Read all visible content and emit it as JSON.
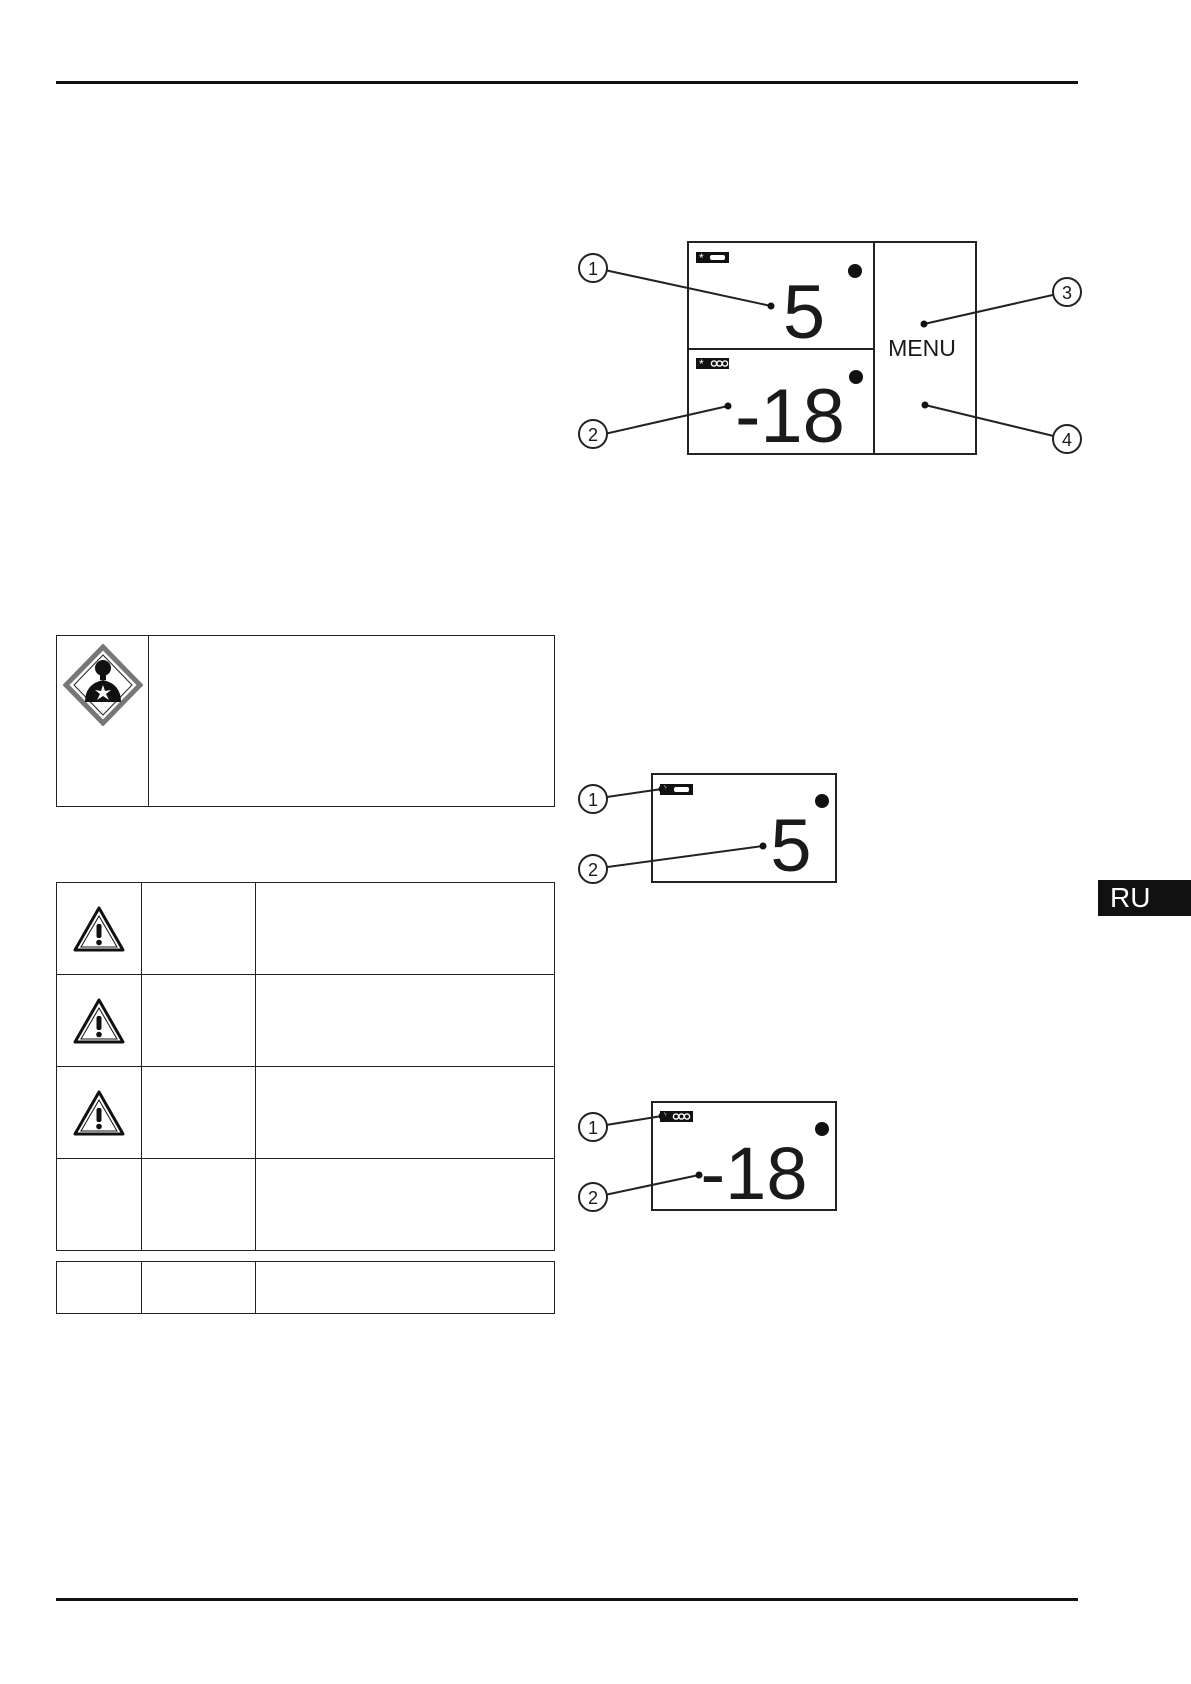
{
  "control_panel": {
    "fridge_temp": "5",
    "freezer_temp": "-18",
    "menu_label": "MENU",
    "callouts": [
      "1",
      "2",
      "3",
      "4"
    ]
  },
  "fridge_display": {
    "temp": "5",
    "callouts": [
      "1",
      "2"
    ]
  },
  "freezer_display": {
    "temp": "-18",
    "callouts": [
      "1",
      "2"
    ]
  },
  "side_tab": {
    "language": "RU"
  },
  "icons": {
    "hazard": "health-hazard-diamond-icon",
    "warning": "warning-triangle-icon",
    "fridge_mode": "snowflake-single-star-icon",
    "freezer_mode": "snowflake-triple-star-icon"
  },
  "colors": {
    "ink": "#1a1a1a",
    "tab_background": "#111111",
    "tab_text": "#ffffff"
  }
}
